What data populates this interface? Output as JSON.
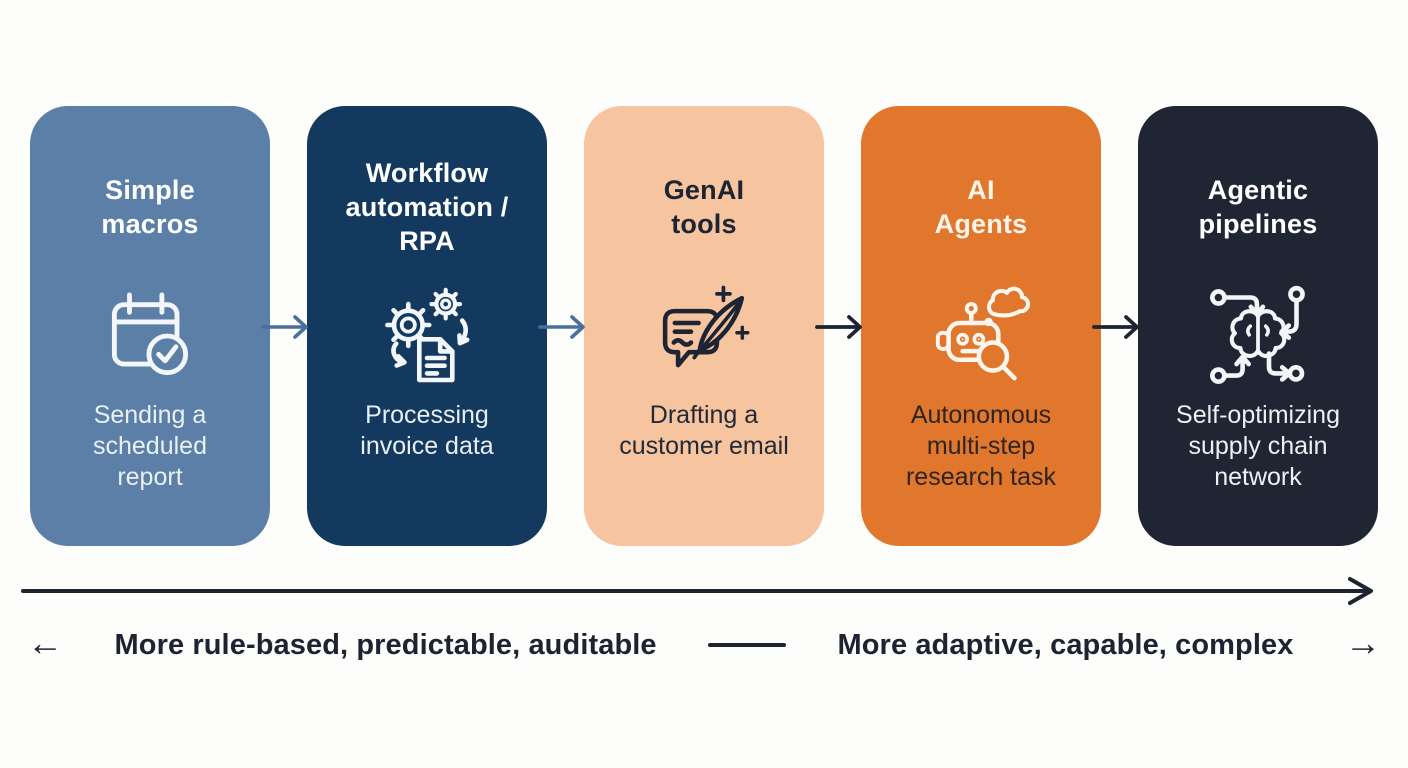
{
  "diagram": {
    "background": "#fdfdfb",
    "cards": [
      {
        "title": "Simple\nmacros",
        "caption": "Sending a\nscheduled\nreport",
        "icon": "calendar-check-icon",
        "colors": {
          "bg": "#5b7fa6",
          "title": "#ffffff",
          "caption": "#eaf0f6",
          "icon": "#f3f7fb"
        }
      },
      {
        "title": "Workflow\nautomation /\nRPA",
        "caption": "Processing\ninvoice data",
        "icon": "gears-document-icon",
        "colors": {
          "bg": "#14395e",
          "title": "#ffffff",
          "caption": "#e9eef5",
          "icon": "#f3f7fb"
        }
      },
      {
        "title": "GenAI\ntools",
        "caption": "Drafting a\ncustomer email",
        "icon": "quill-message-icon",
        "colors": {
          "bg": "#f6c49e",
          "title": "#1d2433",
          "caption": "#222938",
          "icon": "#1d2433"
        }
      },
      {
        "title": "AI\nAgents",
        "caption": "Autonomous\nmulti-step\nresearch task",
        "icon": "robot-search-icon",
        "colors": {
          "bg": "#e0772c",
          "title": "#fdf4e9",
          "caption": "#2e241e",
          "icon": "#fdf6ee"
        }
      },
      {
        "title": "Agentic\npipelines",
        "caption": "Self-optimizing\nsupply chain\nnetwork",
        "icon": "brain-network-icon",
        "colors": {
          "bg": "#1f2533",
          "title": "#ffffff",
          "caption": "#edf0f4",
          "icon": "#f3f5f9"
        }
      }
    ],
    "connectors": {
      "colors": [
        "#4a6f9d",
        "#4a6f9d",
        "#1d2433",
        "#1d2433"
      ]
    },
    "axis": {
      "color": "#1d2330",
      "left_arrow": "←",
      "left_label": "More rule-based, predictable, auditable",
      "right_label": "More adaptive, capable, complex",
      "right_arrow": "→"
    }
  }
}
